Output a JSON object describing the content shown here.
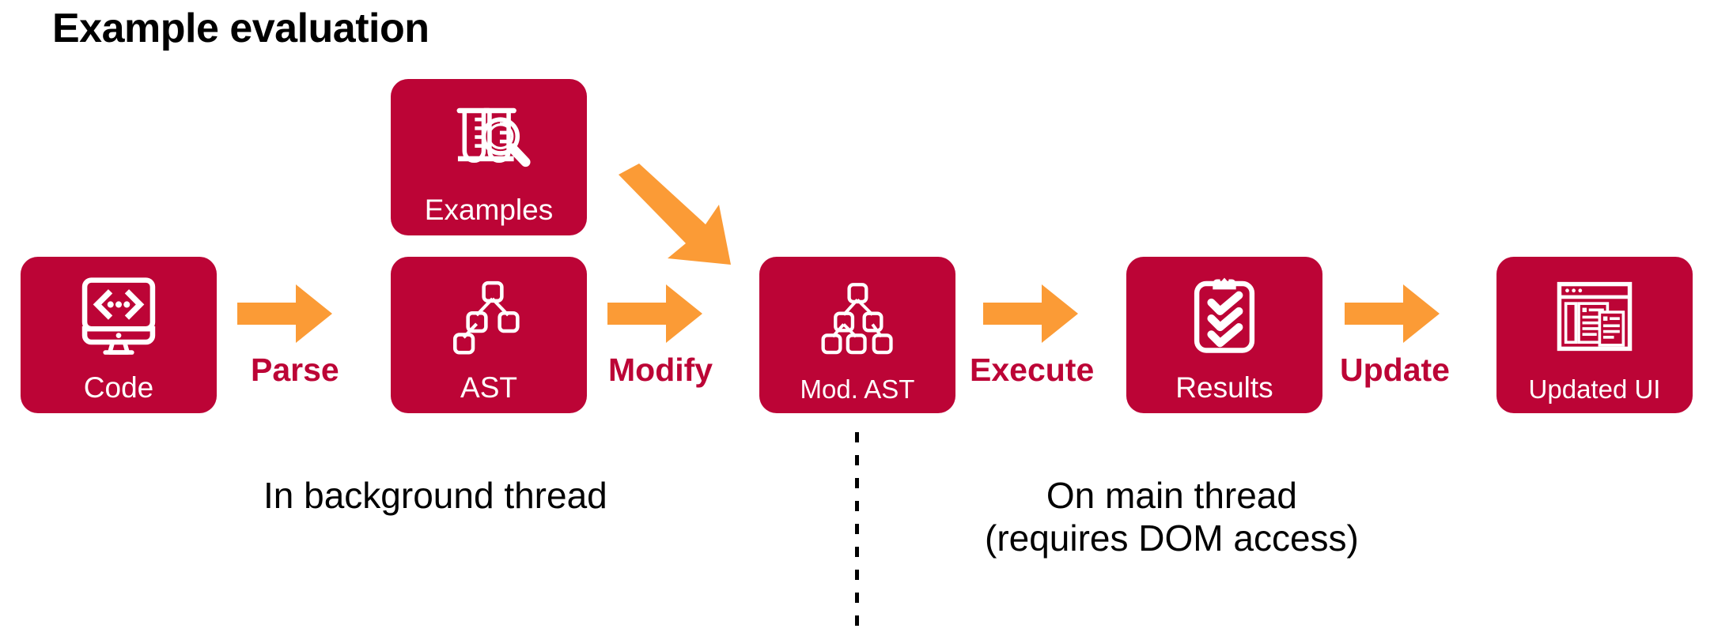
{
  "title": "Example evaluation",
  "theme": {
    "crimson": "#bc0436",
    "orange": "#fb9b36",
    "background": "#ffffff",
    "text": "#000000",
    "card_text": "#ffffff"
  },
  "cards": [
    {
      "id": "code",
      "label": "Code",
      "icon": "monitor-code-icon"
    },
    {
      "id": "examples",
      "label": "Examples",
      "icon": "test-tubes-magnifier-icon"
    },
    {
      "id": "ast",
      "label": "AST",
      "icon": "tree-small-icon"
    },
    {
      "id": "mod-ast",
      "label": "Mod. AST",
      "icon": "tree-full-icon"
    },
    {
      "id": "results",
      "label": "Results",
      "icon": "clipboard-checks-icon"
    },
    {
      "id": "updated-ui",
      "label": "Updated UI",
      "icon": "browser-window-icon"
    }
  ],
  "arrows": [
    {
      "id": "parse",
      "label": "Parse",
      "direction": "right"
    },
    {
      "id": "inject",
      "label": "",
      "direction": "down-right"
    },
    {
      "id": "modify",
      "label": "Modify",
      "direction": "right"
    },
    {
      "id": "execute",
      "label": "Execute",
      "direction": "right"
    },
    {
      "id": "update",
      "label": "Update",
      "direction": "right"
    }
  ],
  "notes": {
    "background_thread": "In background thread",
    "main_thread_line1": "On main thread",
    "main_thread_line2": "(requires DOM access)"
  }
}
